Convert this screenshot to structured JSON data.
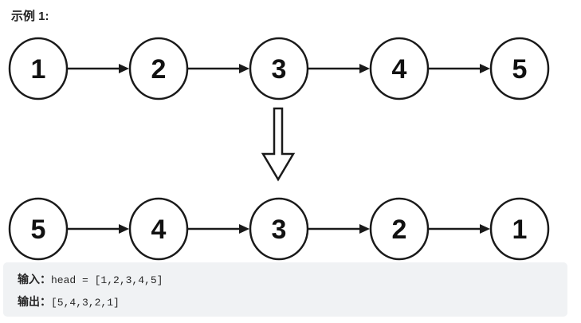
{
  "title": "示例 1:",
  "diagram": {
    "rows": [
      {
        "name": "original-list",
        "values": [
          "1",
          "2",
          "3",
          "4",
          "5"
        ]
      },
      {
        "name": "reversed-list",
        "values": [
          "5",
          "4",
          "3",
          "2",
          "1"
        ]
      }
    ],
    "node_fill": "#ffffff",
    "node_stroke": "#1a1a1a",
    "arrow_color": "#1a1a1a"
  },
  "io_block": {
    "bg": "#f0f2f4",
    "lines": [
      {
        "label": "输入：",
        "value": "head = [1,2,3,4,5]"
      },
      {
        "label": "输出：",
        "value": "[5,4,3,2,1]"
      }
    ]
  }
}
